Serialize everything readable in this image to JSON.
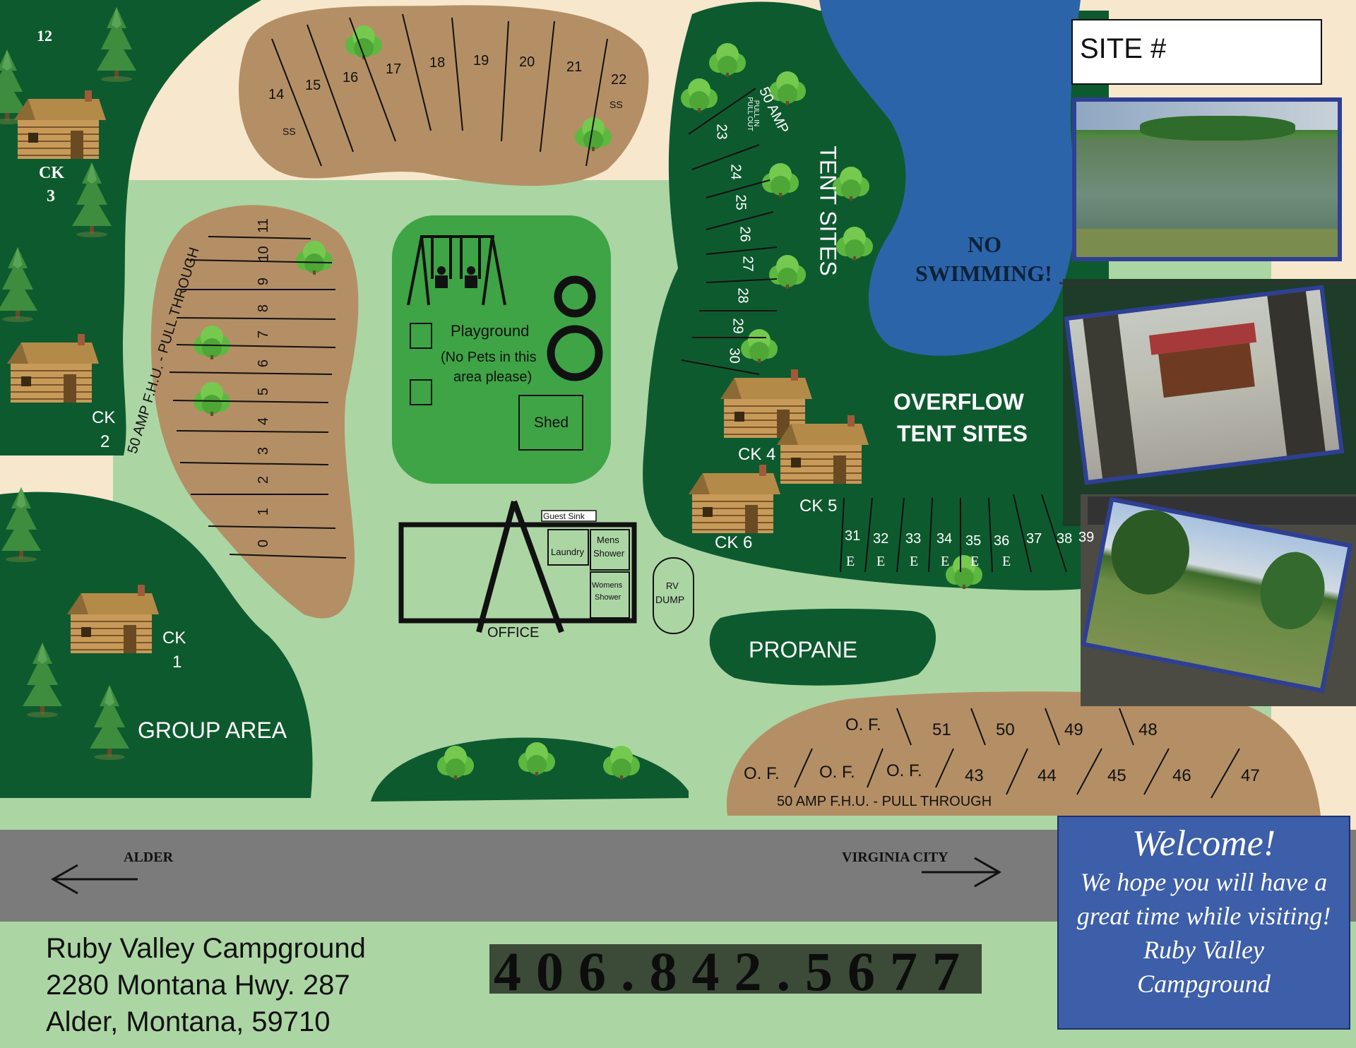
{
  "cabins": [
    {
      "label_line1": "12",
      "label_line2": ""
    },
    {
      "label_line1": "CK",
      "label_line2": "3"
    },
    {
      "label_line1": "CK",
      "label_line2": "2"
    },
    {
      "label_line1": "CK",
      "label_line2": "1"
    },
    {
      "label_line1": "CK 4",
      "label_line2": ""
    },
    {
      "label_line1": "CK 5",
      "label_line2": ""
    },
    {
      "label_line1": "CK 6",
      "label_line2": ""
    }
  ],
  "top_sites": [
    "14",
    "15",
    "16",
    "17",
    "18",
    "19",
    "20",
    "21",
    "22"
  ],
  "top_site_notes": [
    "SS",
    "SS"
  ],
  "pull_through_left": {
    "label": "50 AMP F.H.U. - PULL THROUGH",
    "sites": [
      "0",
      "1",
      "2",
      "3",
      "4",
      "5",
      "6",
      "7",
      "8",
      "9",
      "10",
      "11"
    ]
  },
  "tent_sites": {
    "title": "TENT SITES",
    "amp_label": "50 AMP",
    "pull_label_1": "PULL IN",
    "pull_label_2": "PULL OUT",
    "sites": [
      "23",
      "24",
      "25",
      "26",
      "27",
      "28",
      "29",
      "30"
    ]
  },
  "playground": {
    "title": "Playground",
    "note_line1": "(No Pets in this",
    "note_line2": "area please)",
    "shed": "Shed"
  },
  "office": {
    "label": "OFFICE",
    "guest_sink": "Guest Sink",
    "laundry": "Laundry",
    "mens_1": "Mens",
    "mens_2": "Shower",
    "womens_1": "Womens",
    "womens_2": "Shower"
  },
  "rv_dump": {
    "line1": "RV",
    "line2": "DUMP"
  },
  "propane": "PROPANE",
  "group_area": "GROUP AREA",
  "no_swimming": {
    "line1": "NO",
    "line2": "SWIMMING!"
  },
  "overflow": {
    "line1": "OVERFLOW",
    "line2": "TENT SITES"
  },
  "overflow_sites": [
    "31",
    "32",
    "33",
    "34",
    "35",
    "36",
    "37",
    "38",
    "39"
  ],
  "overflow_e": [
    "E",
    "E",
    "E",
    "E",
    "E",
    "E"
  ],
  "bottom_sites": {
    "top_row": [
      "O. F.",
      "51",
      "50",
      "49",
      "48"
    ],
    "bottom_row": [
      "O. F.",
      "O. F.",
      "O. F.",
      "43",
      "44",
      "45",
      "46",
      "47"
    ],
    "label": "50 AMP F.H.U. - PULL THROUGH"
  },
  "road": {
    "left": "ALDER",
    "right": "VIRGINIA CITY"
  },
  "address": {
    "line1": "Ruby Valley Campground",
    "line2": "2280 Montana Hwy. 287",
    "line3": "Alder, Montana, 59710"
  },
  "phone": "406.842.5677",
  "site_box": "SITE #",
  "welcome": {
    "title": "Welcome!",
    "line1": "We hope you will have a",
    "line2": "great time while visiting!",
    "line3": "Ruby Valley",
    "line4": "Campground"
  },
  "photos": [
    "pond-photo",
    "cabin-photo",
    "field-photo"
  ],
  "colors": {
    "cream": "#f7e7cd",
    "light_green": "#acd5a4",
    "dark_green": "#0e5a2f",
    "mid_green": "#3ea446",
    "tan": "#b48f65",
    "water": "#2c64aa",
    "road": "#7b7b7b",
    "welcome_blue": "#3d5ea8"
  }
}
